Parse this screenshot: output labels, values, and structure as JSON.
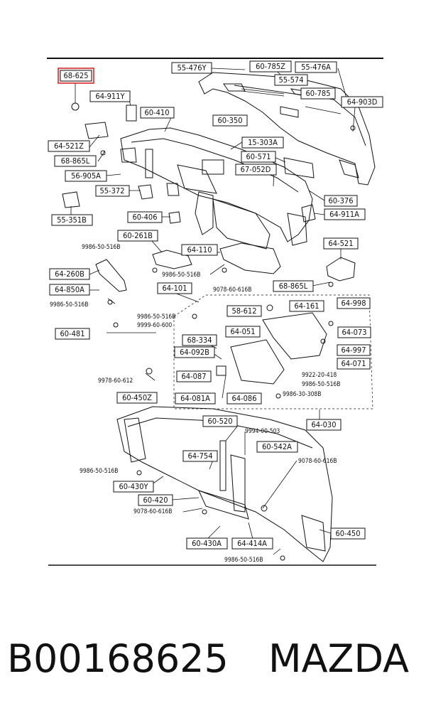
{
  "highlighted_part": "68-625",
  "part_numbers": {
    "p55_476Y": "55-476Y",
    "p60_785Z": "60-785Z",
    "p55_476A": "55-476A",
    "p55_574": "55-574",
    "p68_625": "68-625",
    "p64_911Y": "64-911Y",
    "p60_785": "60-785",
    "p64_903D": "64-903D",
    "p60_410": "60-410",
    "p60_350": "60-350",
    "p64_521Z": "64-521Z",
    "p15_303A": "15-303A",
    "p68_865L_top": "68-865L",
    "p60_571": "60-571",
    "p56_905A": "56-905A",
    "p67_052D": "67-052D",
    "p55_372": "55-372",
    "p60_376": "60-376",
    "p55_351B": "55-351B",
    "p60_406": "60-406",
    "p64_911A": "64-911A",
    "p60_261B": "60-261B",
    "p64_110": "64-110",
    "p64_521": "64-521",
    "s9986_50_516B_a": "9986-50-516B",
    "p64_260B": "64-260B",
    "s9986_50_516B_b": "9986-50-516B",
    "p64_850A": "64-850A",
    "p64_101": "64-101",
    "s9078_60_616B_a": "9078-60-616B",
    "p68_865L_right": "68-865L",
    "s9986_50_516B_c": "9986-50-516B",
    "p64_161": "64-161",
    "p64_998": "64-998",
    "s9986_50_516B_d": "9986-50-516B",
    "p58_612": "58-612",
    "s9999_60_600": "9999-60-600",
    "p60_481": "60-481",
    "p64_051": "64-051",
    "p64_073": "64-073",
    "p68_334": "68-334",
    "p64_092B": "64-092B",
    "p64_997": "64-997",
    "p64_071": "64-071",
    "s9978_60_612": "9978-60-612",
    "p64_087": "64-087",
    "s9922_20_418": "9922-20-418",
    "s9986_50_516B_e": "9986-50-516B",
    "p64_081A": "64-081A",
    "p64_086": "64-086",
    "s9986_30_308B": "9986-30-308B",
    "p60_450Z": "60-450Z",
    "p64_030": "64-030",
    "p60_520": "60-520",
    "s9994_00_503": "9994-00-503",
    "p60_542A": "60-542A",
    "p64_754": "64-754",
    "s9986_50_516B_f": "9986-50-516B",
    "s9078_60_616B_b": "9078-60-616B",
    "p60_430Y": "60-430Y",
    "p60_420": "60-420",
    "s9078_60_616B_c": "9078-60-616B",
    "p60_450": "60-450",
    "p60_430A": "60-430A",
    "p64_414A": "64-414A",
    "s9986_50_516B_g": "9986-50-516B"
  },
  "footer": {
    "part_code": "B00168625",
    "brand": "MAZDA"
  }
}
